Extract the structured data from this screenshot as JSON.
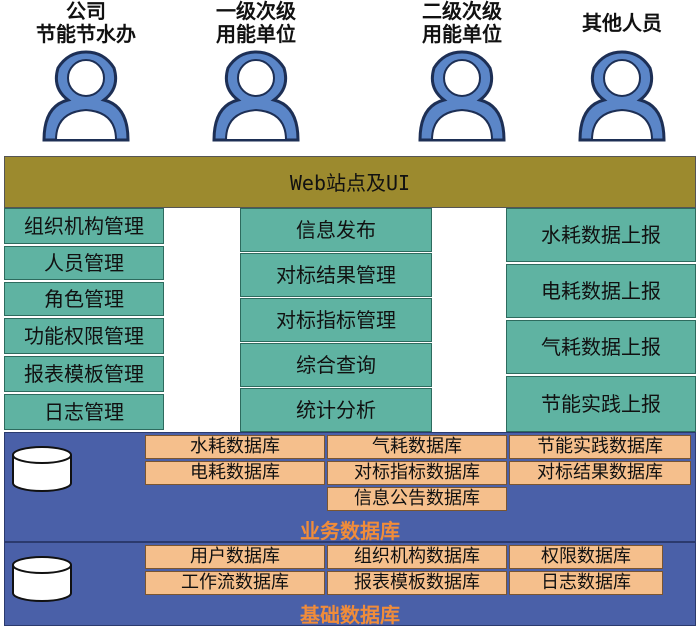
{
  "users": [
    {
      "label": "公司\n节能节水办"
    },
    {
      "label": "一级次级\n用能单位"
    },
    {
      "label": "二级次级\n用能单位"
    },
    {
      "label": "其他人员"
    }
  ],
  "web_layer": {
    "title": "Web站点及UI"
  },
  "modules_left": [
    "组织机构管理",
    "人员管理",
    "角色管理",
    "功能权限管理",
    "报表模板管理",
    "日志管理"
  ],
  "modules_middle": [
    "信息发布",
    "对标结果管理",
    "对标指标管理",
    "综合查询",
    "统计分析"
  ],
  "modules_right": [
    "水耗数据上报",
    "电耗数据上报",
    "气耗数据上报",
    "节能实践上报"
  ],
  "business_db": {
    "title": "业务数据库",
    "items": [
      "水耗数据库",
      "气耗数据库",
      "节能实践数据库",
      "电耗数据库",
      "对标指标数据库",
      "对标结果数据库",
      "信息公告数据库"
    ]
  },
  "base_db": {
    "title": "基础数据库",
    "items": [
      "用户数据库",
      "组织机构数据库",
      "权限数据库",
      "工作流数据库",
      "报表模板数据库",
      "日志数据库"
    ]
  },
  "colors": {
    "web": "#9c8a2e",
    "module": "#5fb3a2",
    "db_layer": "#4a60a8",
    "db_box": "#f5bf8c",
    "db_title": "#f08c3a",
    "user_icon": "#5b86c8"
  }
}
